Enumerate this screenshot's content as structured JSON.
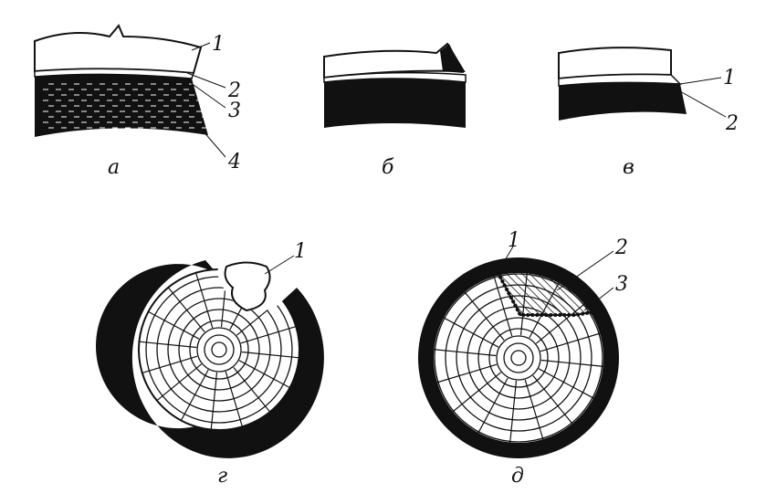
{
  "panels": {
    "a": {
      "caption": "а",
      "labels": [
        "1",
        "2",
        "3",
        "4"
      ]
    },
    "b": {
      "caption": "б"
    },
    "v": {
      "caption": "в",
      "labels": [
        "1",
        "2"
      ]
    },
    "g": {
      "caption": "г",
      "labels": [
        "1"
      ]
    },
    "d": {
      "caption": "д",
      "labels": [
        "1",
        "2",
        "3"
      ]
    }
  },
  "colors": {
    "ink": "#111111",
    "paper": "#ffffff"
  }
}
